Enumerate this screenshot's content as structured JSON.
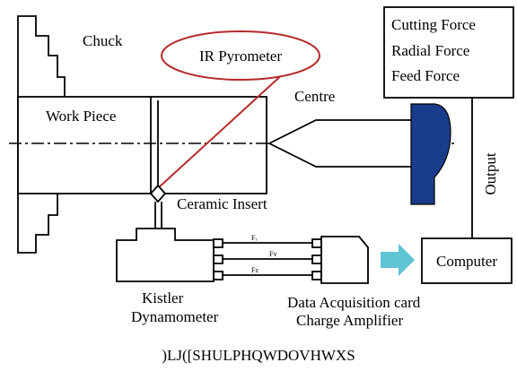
{
  "labels": {
    "chuck": "Chuck",
    "ir_pyrometer": "IR Pyrometer",
    "centre": "Centre",
    "work_piece": "Work Piece",
    "ceramic_insert": "Ceramic Insert",
    "kistler_line1": "Kistler",
    "kistler_line2": "Dynamometer",
    "daq_line1": "Data Acquisition card",
    "daq_line2": "Charge Amplifier",
    "computer": "Computer",
    "output": "Output",
    "force_x": "Fₓ",
    "force_y": "Fʏ",
    "force_z": "Fᴢ"
  },
  "forces_box": [
    "Cutting Force",
    "Radial Force",
    "Feed Force"
  ],
  "caption": ")LJ([SHULPHQWDOVHWXS",
  "colors": {
    "pyrometer_line": "#b52a2a",
    "centre_holder": "#1a3c8c",
    "arrow": "#5fc4d4"
  }
}
